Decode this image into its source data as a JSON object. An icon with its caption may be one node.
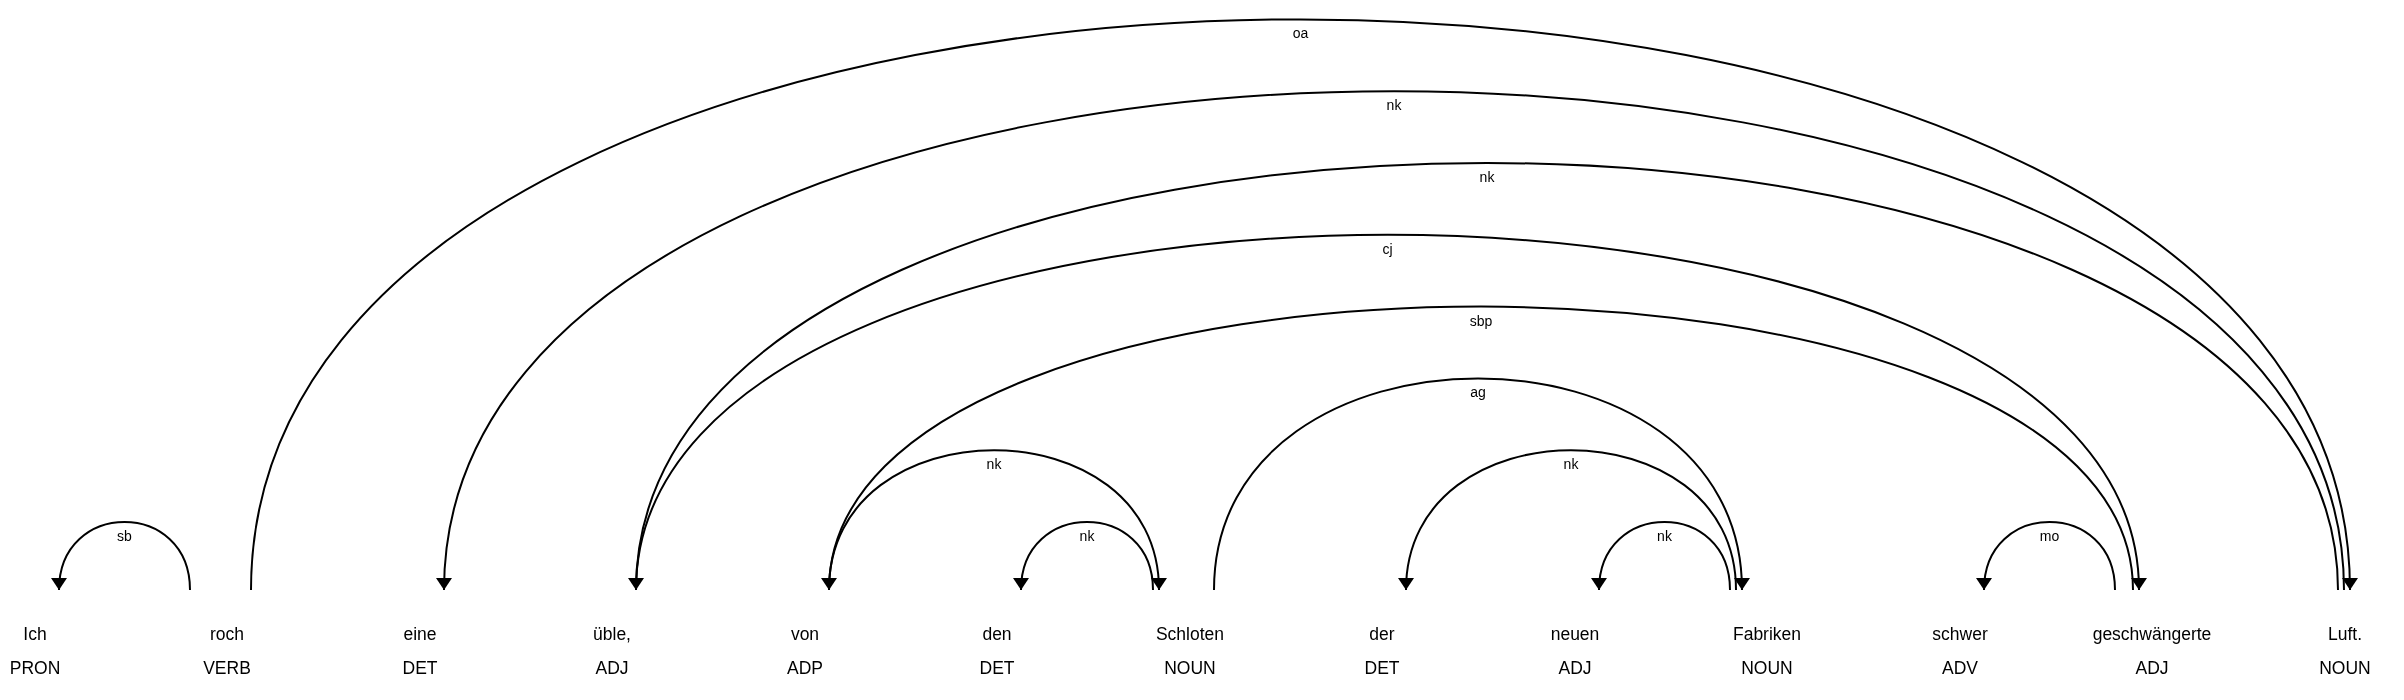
{
  "diagram": {
    "nodes": [
      {
        "text": [
          "Ich",
          "PRON"
        ]
      },
      {
        "text": [
          "roch",
          "VERB"
        ]
      },
      {
        "text": [
          "eine",
          "DET"
        ]
      },
      {
        "text": [
          "üble,",
          "ADJ"
        ]
      },
      {
        "text": [
          "von",
          "ADP"
        ]
      },
      {
        "text": [
          "den",
          "DET"
        ]
      },
      {
        "text": [
          "Schloten",
          "NOUN"
        ]
      },
      {
        "text": [
          "der",
          "DET"
        ]
      },
      {
        "text": [
          "neuen",
          "ADJ"
        ]
      },
      {
        "text": [
          "Fabriken",
          "NOUN"
        ]
      },
      {
        "text": [
          "schwer",
          "ADV"
        ]
      },
      {
        "text": [
          "geschwängerte",
          "ADJ"
        ]
      },
      {
        "text": [
          "Luft.",
          "NOUN"
        ]
      }
    ],
    "edges": [
      {
        "from": 1,
        "to": 0,
        "arrow": "to",
        "label": "sb"
      },
      {
        "from": 1,
        "to": 12,
        "arrow": "to",
        "label": "oa"
      },
      {
        "from": 12,
        "to": 2,
        "arrow": "to",
        "label": "nk"
      },
      {
        "from": 12,
        "to": 3,
        "arrow": "to",
        "label": "nk"
      },
      {
        "from": 3,
        "to": 11,
        "arrow": "to",
        "label": "cj"
      },
      {
        "from": 11,
        "to": 4,
        "arrow": "to",
        "label": "sbp"
      },
      {
        "from": 4,
        "to": 6,
        "arrow": "to",
        "label": "nk"
      },
      {
        "from": 6,
        "to": 5,
        "arrow": "to",
        "label": "nk"
      },
      {
        "from": 6,
        "to": 9,
        "arrow": "to",
        "label": "ag"
      },
      {
        "from": 9,
        "to": 7,
        "arrow": "to",
        "label": "nk"
      },
      {
        "from": 9,
        "to": 8,
        "arrow": "to",
        "label": "nk"
      },
      {
        "from": 11,
        "to": 10,
        "arrow": "to",
        "label": "mo"
      }
    ]
  }
}
